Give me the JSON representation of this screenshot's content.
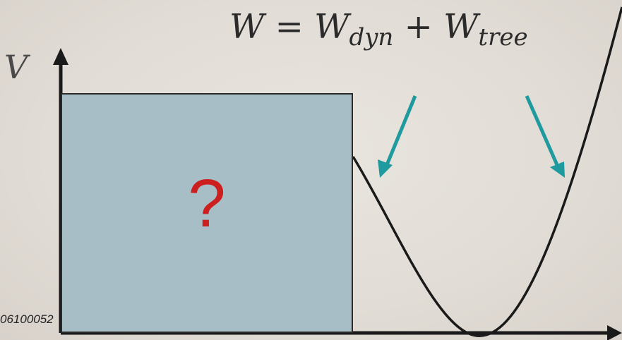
{
  "equation": {
    "lhs": "W",
    "equals": "=",
    "term1_base": "W",
    "term1_sub": "dyn",
    "plus": "+",
    "term2_base": "W",
    "term2_sub": "tree"
  },
  "axes": {
    "y_label": "V"
  },
  "unknown_region": {
    "symbol": "?",
    "fill_color": "#a8bec6",
    "symbol_color": "#cc1f1f"
  },
  "arrows": {
    "color": "#1f9a9e"
  },
  "watermark_text": "06100052"
}
